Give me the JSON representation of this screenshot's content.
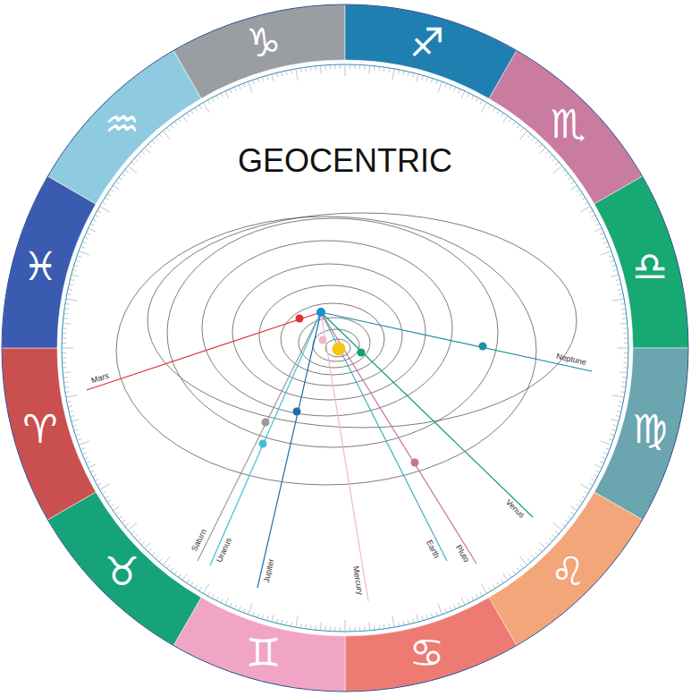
{
  "diagram": {
    "title": "GEOCENTRIC",
    "labels": [
      "♑",
      "♐",
      "♏",
      "♎",
      "♍",
      "♌",
      "♋",
      "♊",
      "♉",
      "♈",
      "♓",
      "♒",
      "Mars",
      "Neptune",
      "Saturn",
      "Uranus",
      "Jupiter",
      "Mercury",
      "Earth",
      "Pluto",
      "Venus"
    ]
  }
}
